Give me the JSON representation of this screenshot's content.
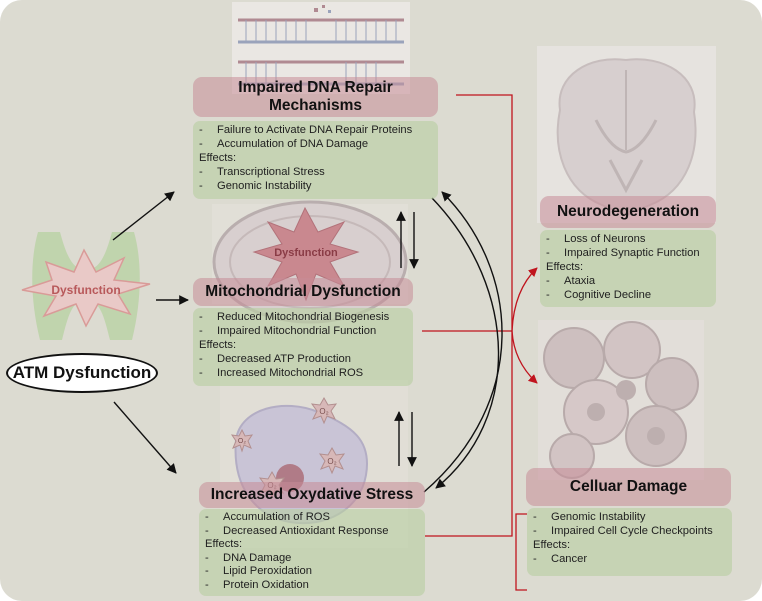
{
  "atm": {
    "label": "ATM Dysfunction",
    "burst_label": "Dysfunction"
  },
  "mito_burst_label": "Dysfunction",
  "ros_label": "O₂",
  "dna": {
    "title": "Impaired DNA Repair Mechanisms",
    "causes": [
      "Failure to Activate DNA Repair Proteins",
      "Accumulation of DNA Damage"
    ],
    "effects_label": "Effects:",
    "effects": [
      "Transcriptional Stress",
      "Genomic Instability"
    ]
  },
  "mito": {
    "title": "Mitochondrial Dysfunction",
    "causes": [
      "Reduced Mitochondrial Biogenesis",
      "Impaired Mitochondrial Function"
    ],
    "effects_label": "Effects:",
    "effects": [
      "Decreased ATP Production",
      "Increased Mitochondrial ROS"
    ]
  },
  "ox": {
    "title": "Increased Oxydative Stress",
    "causes": [
      "Accumulation of ROS",
      "Decreased Antioxidant Response"
    ],
    "effects_label": "Effects:",
    "effects": [
      "DNA Damage",
      "Lipid Peroxidation",
      "Protein Oxidation"
    ]
  },
  "neuro": {
    "title": "Neurodegeneration",
    "causes": [
      "Loss of Neurons",
      "Impaired Synaptic Function"
    ],
    "effects_label": "Effects:",
    "effects": [
      "Ataxia",
      "Cognitive Decline"
    ]
  },
  "cell": {
    "title": "Celluar Damage",
    "causes": [
      "Genomic Instability",
      "Impaired Cell Cycle Checkpoints"
    ],
    "effects_label": "Effects:",
    "effects": [
      "Cancer"
    ]
  },
  "colors": {
    "background": "#dcdbd1",
    "title_fill": "#c68c98",
    "box_fill": "#bacfa4",
    "connector_red": "#c0141e",
    "arrow_black": "#111111"
  }
}
